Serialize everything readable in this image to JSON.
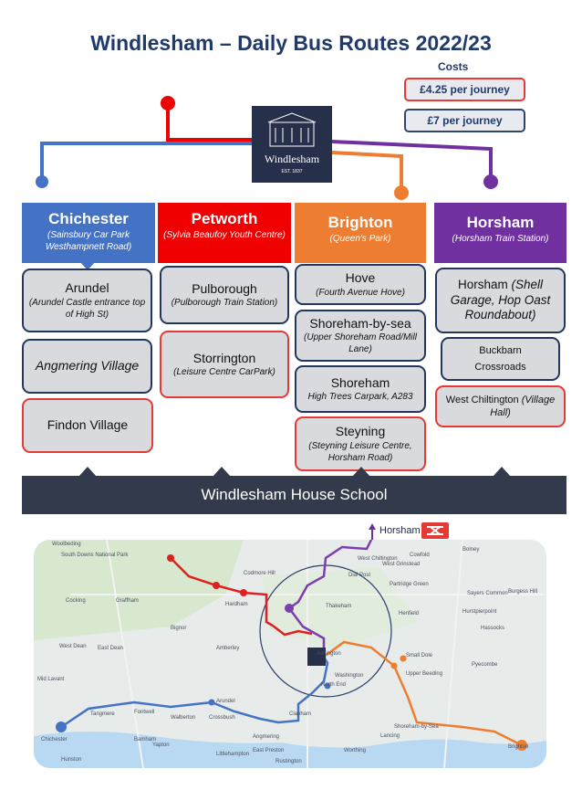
{
  "title": "Windlesham – Daily Bus Routes 2022/23",
  "costs": {
    "label": "Costs",
    "items": [
      {
        "text": "£4.25 per journey",
        "border": "#e53935"
      },
      {
        "text": "£7 per journey",
        "border": "#30456b"
      }
    ]
  },
  "logo": {
    "name": "Windlesham",
    "est": "EST. 1837"
  },
  "colors": {
    "chichester": "#4472c4",
    "petworth": "#f00000",
    "brighton": "#ed7d31",
    "horsham": "#7030a0",
    "navy": "#333a4c"
  },
  "routes": {
    "chichester": {
      "name": "Chichester",
      "sub": "(Sainsbury Car Park Westhampnett Road)",
      "stops": [
        {
          "name": "Arundel",
          "sub": "(Arundel Castle entrance top of High St)"
        },
        {
          "name": "Angmering Village"
        },
        {
          "name": "Findon Village"
        }
      ]
    },
    "petworth": {
      "name": "Petworth",
      "sub": "(Sylvia Beaufoy Youth Centre)",
      "stops": [
        {
          "name": "Pulborough",
          "sub": "(Pulborough Train Station)"
        },
        {
          "name": "Storrington",
          "sub": "(Leisure Centre CarPark)"
        }
      ]
    },
    "brighton": {
      "name": "Brighton",
      "sub": "(Queen's Park)",
      "stops": [
        {
          "name": "Hove",
          "sub": "(Fourth Avenue Hove)"
        },
        {
          "name": "Shoreham-by-sea",
          "sub": "(Upper Shoreham Road/Mill Lane)"
        },
        {
          "name": "Shoreham",
          "sub": "High Trees Carpark, A283"
        },
        {
          "name": "Steyning",
          "sub": "(Steyning Leisure Centre, Horsham Road)"
        }
      ]
    },
    "horsham": {
      "name": "Horsham",
      "sub": "(Horsham Train Station)",
      "stops": [
        {
          "name": "Horsham",
          "sub": "(Shell Garage, Hop Oast Roundabout)"
        },
        {
          "name": "Buckbarn",
          "sub": "Crossroads"
        },
        {
          "name": "West Chiltington",
          "sub": "(Village Hall)"
        }
      ]
    }
  },
  "banner": "Windlesham House School",
  "map": {
    "horsham_label": "Horsham",
    "places": [
      "Woolbeding",
      "South Downs National Park",
      "Codmore Hill",
      "West Grinstead",
      "Cowfold",
      "Bolney",
      "West Chiltington",
      "Dial Post",
      "Partridge Green",
      "Cocking",
      "Graffham",
      "Hardham",
      "Thakeham",
      "Henfield",
      "Sayers Common",
      "Hurstpierpoint",
      "Burgess Hill",
      "Bignor",
      "Hassocks",
      "East Dean",
      "Amberley",
      "Small Dole",
      "Pyecombe",
      "West Dean",
      "Ashington",
      "Upper Beeding",
      "Mid Lavant",
      "Washington",
      "North End",
      "Tangmere",
      "Fontwell",
      "Walberton",
      "Arundel",
      "Crossbush",
      "Clapham",
      "Bamham",
      "Angmering",
      "Shoreham-by-Sea",
      "Lancing",
      "Chichester",
      "Yapton",
      "Littlehampton",
      "East Preston",
      "Worthing",
      "Hunston",
      "Rustington",
      "Brighton"
    ]
  }
}
